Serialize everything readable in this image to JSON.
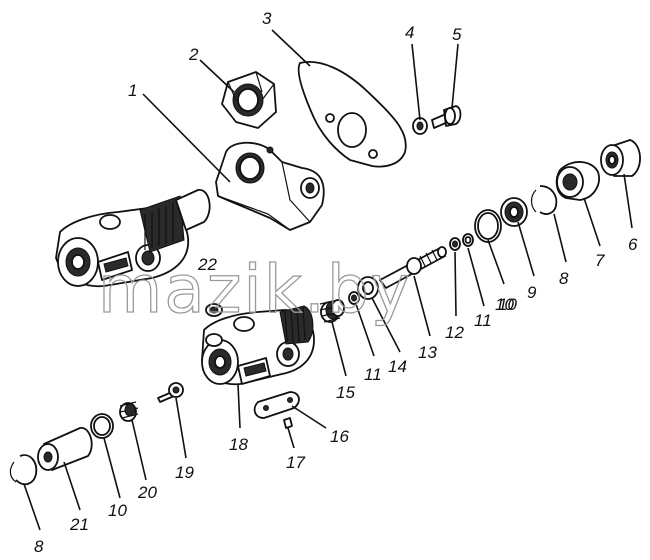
{
  "diagram": {
    "watermark": "mazik.by",
    "callouts": [
      {
        "number": "1"
      },
      {
        "number": "2"
      },
      {
        "number": "3"
      },
      {
        "number": "4"
      },
      {
        "number": "5"
      },
      {
        "number": "6"
      },
      {
        "number": "7"
      },
      {
        "number": "8"
      },
      {
        "number": "9"
      },
      {
        "number": "10"
      },
      {
        "number": "11"
      },
      {
        "number": "12"
      },
      {
        "number": "13"
      },
      {
        "number": "10"
      },
      {
        "number": "11"
      },
      {
        "number": "14"
      },
      {
        "number": "15"
      },
      {
        "number": "22"
      },
      {
        "number": "18"
      },
      {
        "number": "16"
      },
      {
        "number": "17"
      },
      {
        "number": "19"
      },
      {
        "number": "20"
      },
      {
        "number": "10"
      },
      {
        "number": "21"
      },
      {
        "number": "8"
      }
    ]
  }
}
